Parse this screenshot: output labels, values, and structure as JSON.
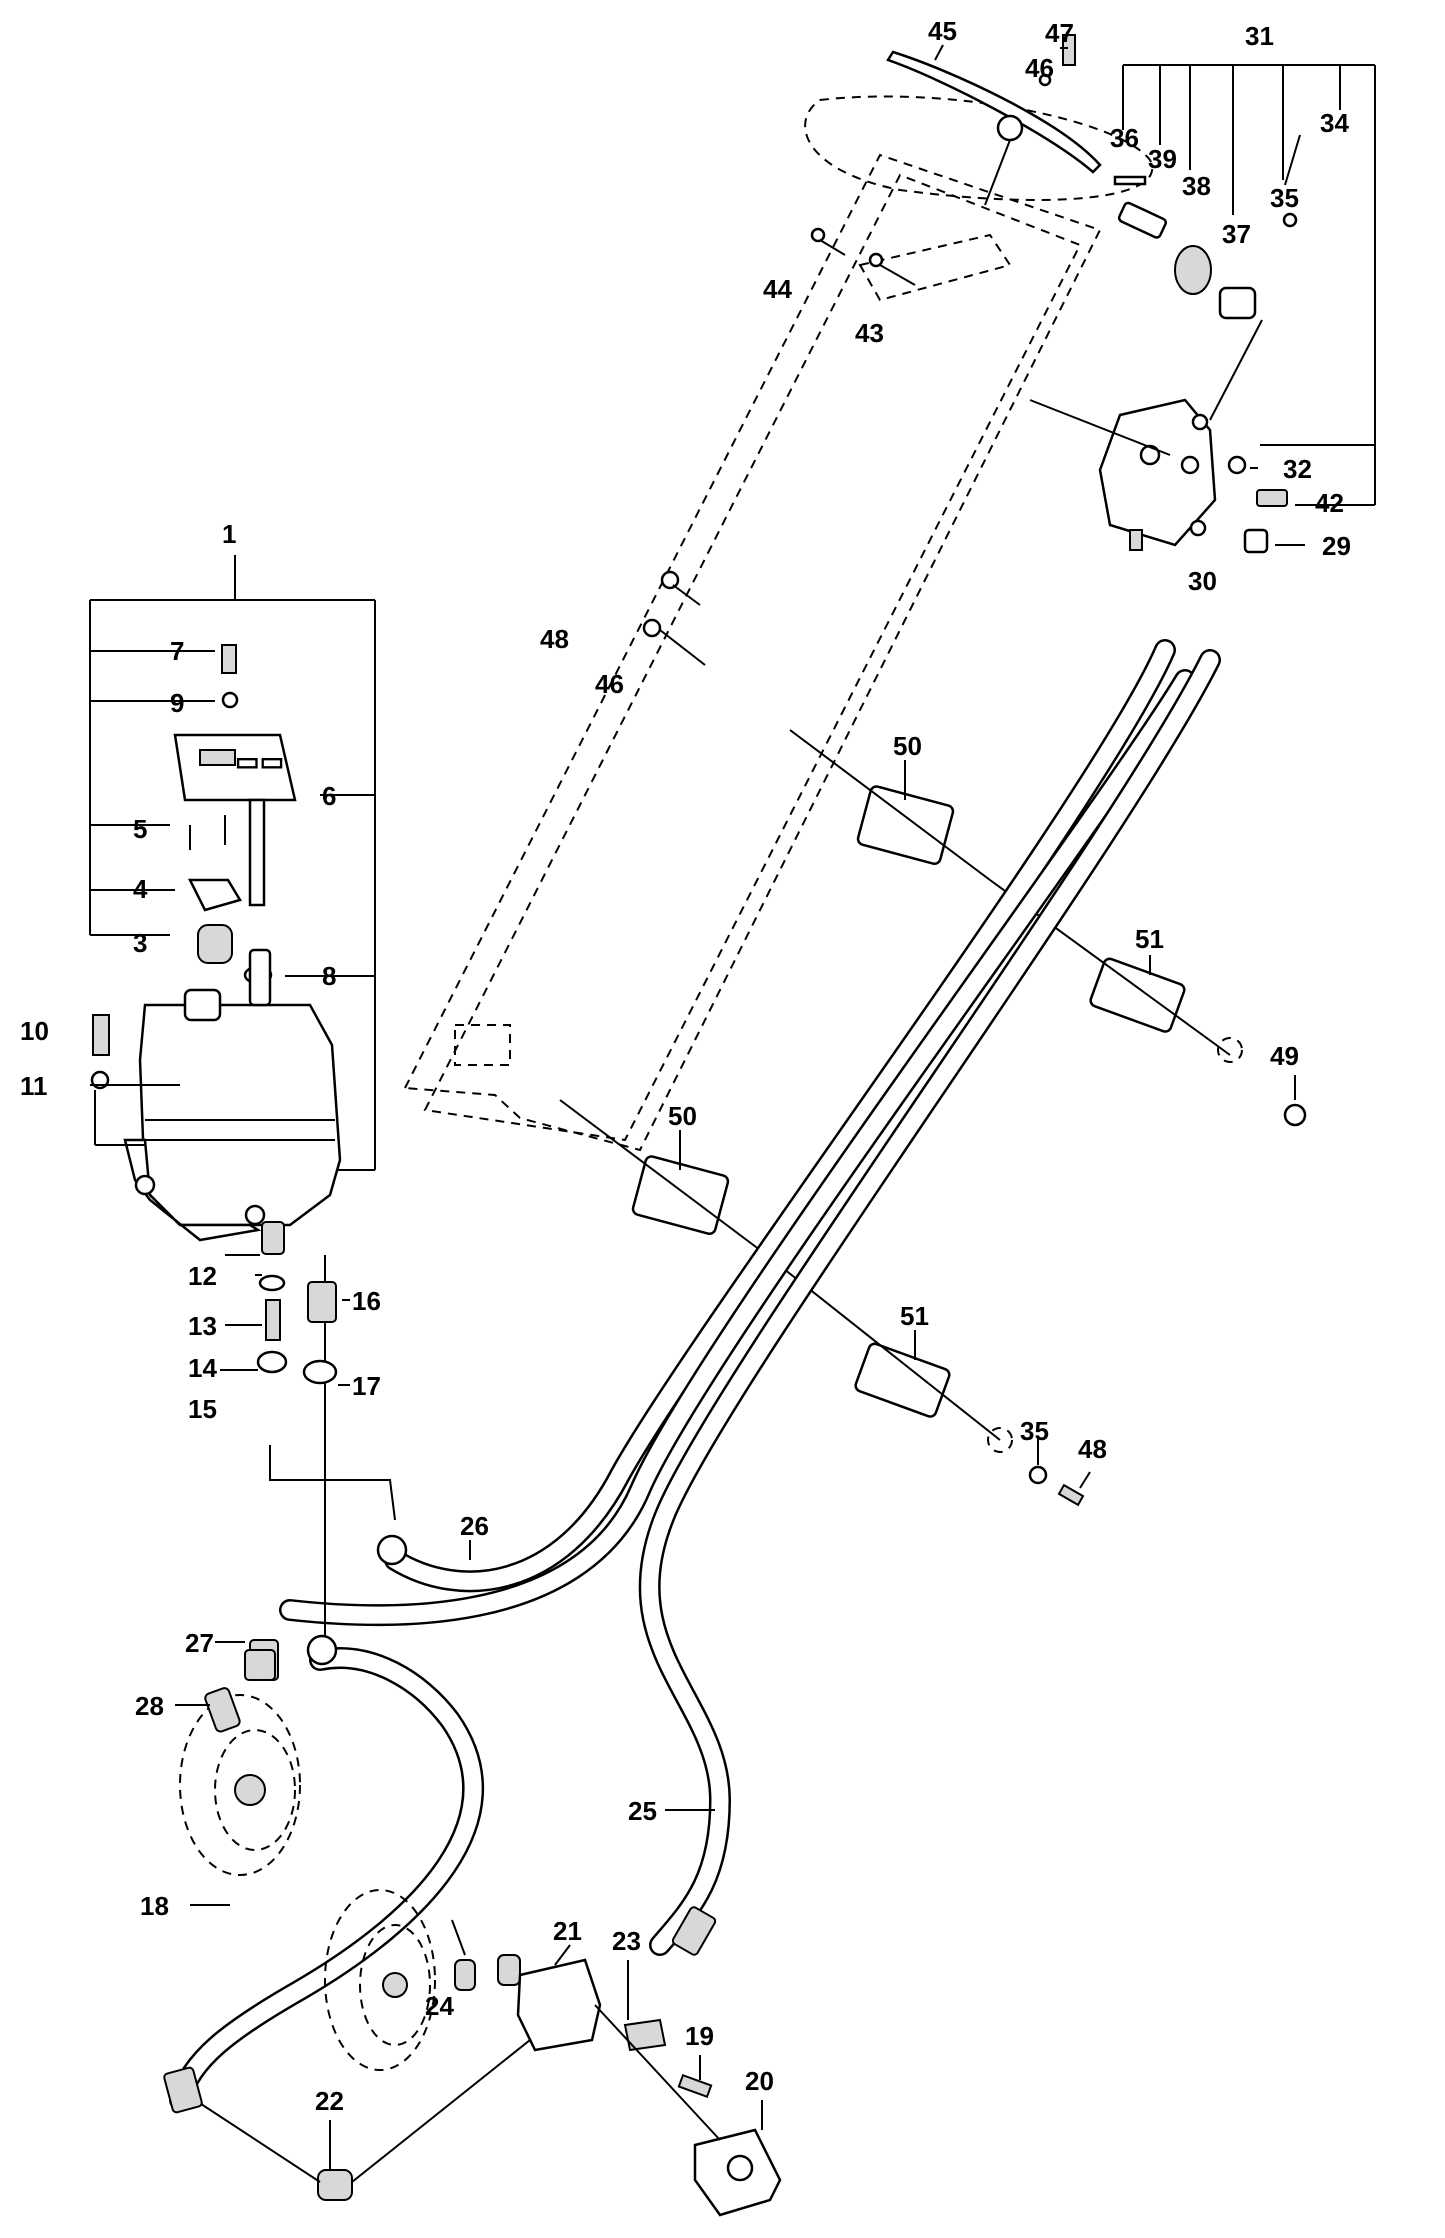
{
  "callouts": [
    {
      "id": "c1",
      "text": "1"
    },
    {
      "id": "c3",
      "text": "3"
    },
    {
      "id": "c4",
      "text": "4"
    },
    {
      "id": "c5",
      "text": "5"
    },
    {
      "id": "c6",
      "text": "6"
    },
    {
      "id": "c7",
      "text": "7"
    },
    {
      "id": "c8",
      "text": "8"
    },
    {
      "id": "c9",
      "text": "9"
    },
    {
      "id": "c10",
      "text": "10"
    },
    {
      "id": "c11",
      "text": "11"
    },
    {
      "id": "c12",
      "text": "12"
    },
    {
      "id": "c13",
      "text": "13"
    },
    {
      "id": "c14",
      "text": "14"
    },
    {
      "id": "c15",
      "text": "15"
    },
    {
      "id": "c16",
      "text": "16"
    },
    {
      "id": "c17",
      "text": "17"
    },
    {
      "id": "c18",
      "text": "18"
    },
    {
      "id": "c19",
      "text": "19"
    },
    {
      "id": "c20",
      "text": "20"
    },
    {
      "id": "c21",
      "text": "21"
    },
    {
      "id": "c22",
      "text": "22"
    },
    {
      "id": "c23",
      "text": "23"
    },
    {
      "id": "c24",
      "text": "24"
    },
    {
      "id": "c25",
      "text": "25"
    },
    {
      "id": "c26",
      "text": "26"
    },
    {
      "id": "c27",
      "text": "27"
    },
    {
      "id": "c28",
      "text": "28"
    },
    {
      "id": "c29",
      "text": "29"
    },
    {
      "id": "c30",
      "text": "30"
    },
    {
      "id": "c31",
      "text": "31"
    },
    {
      "id": "c32",
      "text": "32"
    },
    {
      "id": "c34",
      "text": "34"
    },
    {
      "id": "c35a",
      "text": "35"
    },
    {
      "id": "c35b",
      "text": "35"
    },
    {
      "id": "c36",
      "text": "36"
    },
    {
      "id": "c37",
      "text": "37"
    },
    {
      "id": "c38",
      "text": "38"
    },
    {
      "id": "c39",
      "text": "39"
    },
    {
      "id": "c42",
      "text": "42"
    },
    {
      "id": "c43",
      "text": "43"
    },
    {
      "id": "c44",
      "text": "44"
    },
    {
      "id": "c45",
      "text": "45"
    },
    {
      "id": "c46a",
      "text": "46"
    },
    {
      "id": "c46b",
      "text": "46"
    },
    {
      "id": "c47",
      "text": "47"
    },
    {
      "id": "c48a",
      "text": "48"
    },
    {
      "id": "c48b",
      "text": "48"
    },
    {
      "id": "c49",
      "text": "49"
    },
    {
      "id": "c50a",
      "text": "50"
    },
    {
      "id": "c50b",
      "text": "50"
    },
    {
      "id": "c51a",
      "text": "51"
    },
    {
      "id": "c51b",
      "text": "51"
    }
  ],
  "tank_label": "▭▭"
}
